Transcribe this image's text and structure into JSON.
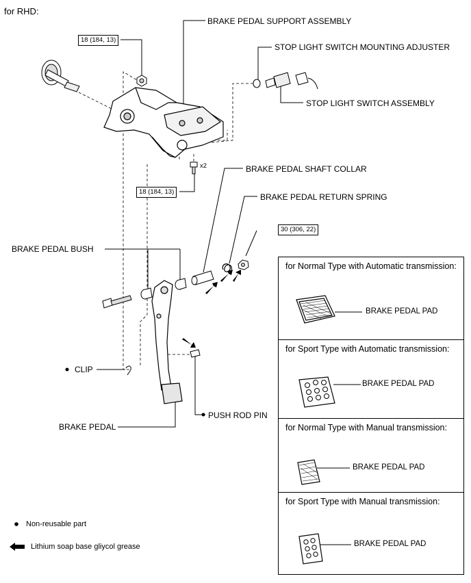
{
  "header": {
    "title": "for RHD:"
  },
  "labels": {
    "brake_pedal_support_assembly": "BRAKE PEDAL SUPPORT ASSEMBLY",
    "stop_light_switch_mounting_adjuster": "STOP LIGHT SWITCH MOUNTING ADJUSTER",
    "stop_light_switch_assembly": "STOP LIGHT SWITCH ASSEMBLY",
    "brake_pedal_shaft_collar": "BRAKE PEDAL SHAFT COLLAR",
    "brake_pedal_return_spring": "BRAKE PEDAL RETURN SPRING",
    "brake_pedal_bush": "BRAKE PEDAL BUSH",
    "clip": "CLIP",
    "push_rod_pin": "PUSH ROD PIN",
    "brake_pedal": "BRAKE PEDAL",
    "multiplier": "x2"
  },
  "torque": {
    "top_nut": "18 (184, 13)",
    "bolt": "18 (184, 13)",
    "pivot_nut": "30 (306, 22)"
  },
  "legend": {
    "non_reusable": "Non-reusable part",
    "grease": "Lithium soap base gliycol grease"
  },
  "pad_variants": [
    {
      "title": "for Normal Type with Automatic transmission:",
      "label": "BRAKE PEDAL PAD"
    },
    {
      "title": "for Sport Type with Automatic transmission:",
      "label": "BRAKE PEDAL PAD"
    },
    {
      "title": "for Normal Type with Manual transmission:",
      "label": "BRAKE PEDAL PAD"
    },
    {
      "title": "for Sport Type with Manual transmission:",
      "label": "BRAKE PEDAL PAD"
    }
  ]
}
